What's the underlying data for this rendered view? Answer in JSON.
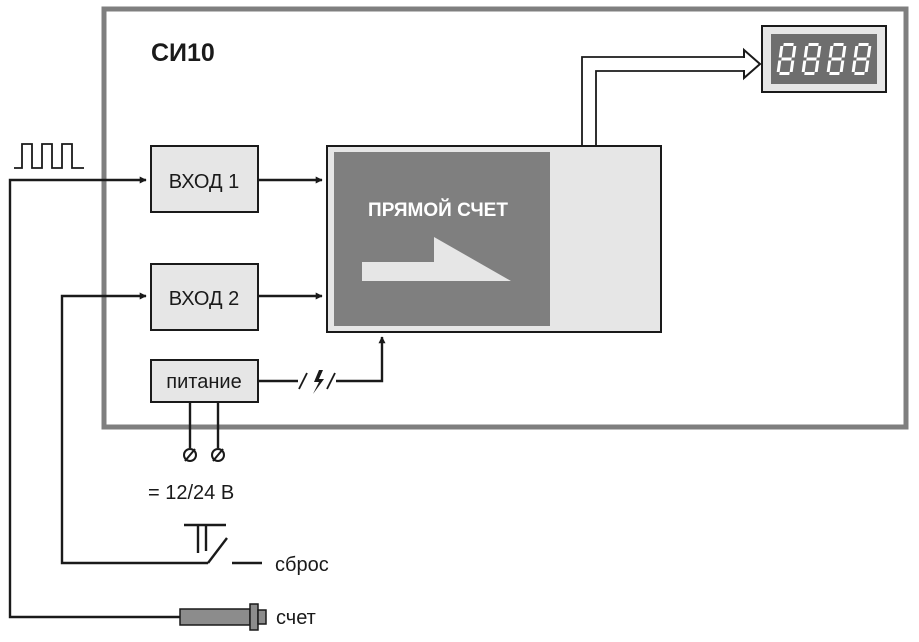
{
  "device": {
    "title": "СИ10",
    "input1_label": "ВХОД 1",
    "input2_label": "ВХОД 2",
    "power_label": "питание",
    "mode_label": "ПРЯМОЙ СЧЕТ",
    "display_value": "8888"
  },
  "external": {
    "supply_label": "= 12/24 В",
    "reset_label": "сброс",
    "count_label": "счет"
  },
  "colors": {
    "frame": "#7f7f7f",
    "block_fill": "#e6e6e6",
    "mode_fill": "#7f7f7f",
    "display_fill": "#6e6e6e",
    "sensor_fill": "#8c8c8c"
  }
}
